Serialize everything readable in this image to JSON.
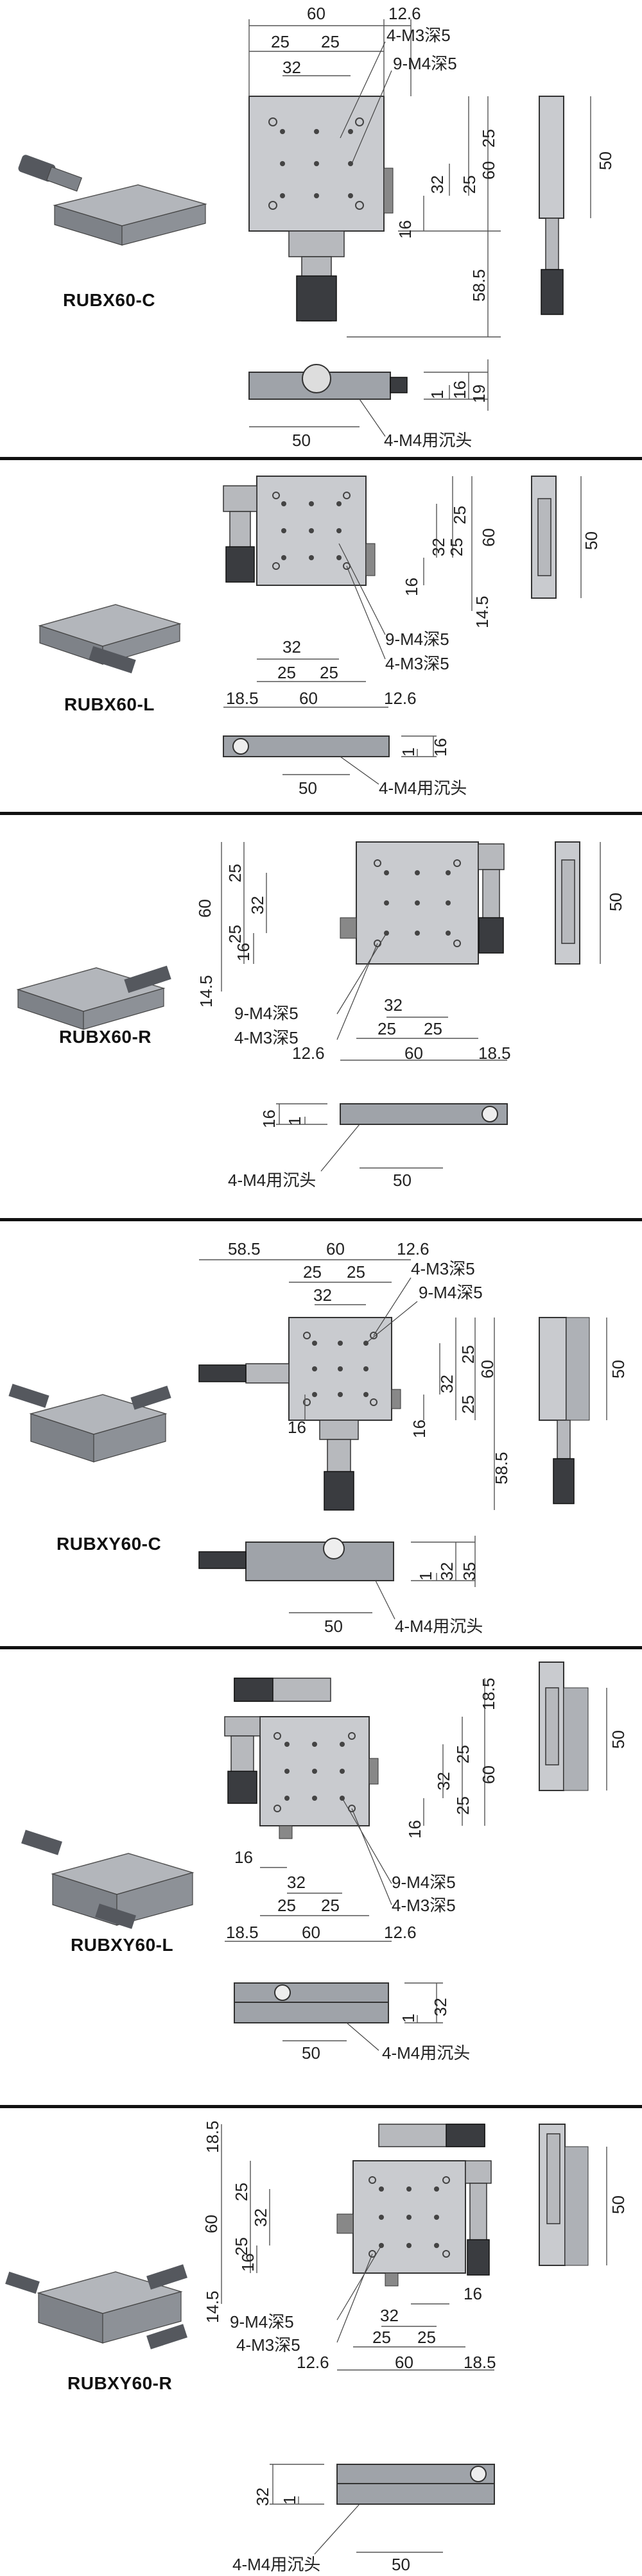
{
  "panels": [
    {
      "model": "RUBX60-C",
      "labels": {
        "overall": "60",
        "offset": "12.6",
        "spacing_a": "25",
        "spacing_b": "25",
        "inner": "32",
        "m3": "4-M3深5",
        "m4": "9-M4深5",
        "side_v1": "25",
        "side_v2": "60",
        "side_v3": "32",
        "side_v4": "25",
        "side_v5": "16",
        "travel": "58.5",
        "right_h": "50",
        "front_a": "1",
        "front_b": "16",
        "front_c": "19",
        "front_w": "50",
        "countersink": "4-M4用沉头"
      }
    },
    {
      "model": "RUBX60-L",
      "labels": {
        "v1": "25",
        "v2": "60",
        "v3": "32",
        "v4": "25",
        "v5": "16",
        "v6": "14.5",
        "m4": "9-M4深5",
        "m3": "4-M3深5",
        "h32": "32",
        "h25a": "25",
        "h25b": "25",
        "h60": "60",
        "h185": "18.5",
        "h126": "12.6",
        "right_h": "50",
        "front_a": "1",
        "front_b": "16",
        "front_w": "50",
        "countersink": "4-M4用沉头"
      }
    },
    {
      "model": "RUBX60-R",
      "labels": {
        "v60": "60",
        "v25a": "25",
        "v25b": "25",
        "v32": "32",
        "v16": "16",
        "v145": "14.5",
        "m4": "9-M4深5",
        "m3": "4-M3深5",
        "h32": "32",
        "h25a": "25",
        "h25b": "25",
        "h126": "12.6",
        "h60": "60",
        "h185": "18.5",
        "right_h": "50",
        "front_a": "16",
        "front_b": "1",
        "front_w": "50",
        "countersink": "4-M4用沉头"
      }
    },
    {
      "model": "RUBXY60-C",
      "labels": {
        "l585": "58.5",
        "h60": "60",
        "h126": "12.6",
        "h25a": "25",
        "h25b": "25",
        "h32": "32",
        "m3": "4-M3深5",
        "m4": "9-M4深5",
        "v25a": "25",
        "v60": "60",
        "v32": "32",
        "v25b": "25",
        "v16a": "16",
        "v16b": "16",
        "v585": "58.5",
        "right_h": "50",
        "front_a": "1",
        "front_b": "32",
        "front_c": "35",
        "front_w": "50",
        "countersink": "4-M4用沉头"
      }
    },
    {
      "model": "RUBXY60-L",
      "labels": {
        "v185": "18.5",
        "v25a": "25",
        "v60": "60",
        "v32": "32",
        "v25b": "25",
        "v16": "16",
        "h16": "16",
        "h32": "32",
        "h25a": "25",
        "h25b": "25",
        "h185": "18.5",
        "h60": "60",
        "h126": "12.6",
        "m4": "9-M4深5",
        "m3": "4-M3深5",
        "right_h": "50",
        "front_a": "1",
        "front_b": "32",
        "front_w": "50",
        "countersink": "4-M4用沉头"
      }
    },
    {
      "model": "RUBXY60-R",
      "labels": {
        "v185": "18.5",
        "v60": "60",
        "v25a": "25",
        "v32": "32",
        "v25b": "25",
        "v16": "16",
        "v145": "14.5",
        "h16": "16",
        "m4": "9-M4深5",
        "m3": "4-M3深5",
        "h32": "32",
        "h25a": "25",
        "h25b": "25",
        "h126": "12.6",
        "h60": "60",
        "h185": "18.5",
        "right_h": "50",
        "front_a": "32",
        "front_b": "1",
        "front_w": "50",
        "countersink": "4-M4用沉头"
      }
    }
  ]
}
